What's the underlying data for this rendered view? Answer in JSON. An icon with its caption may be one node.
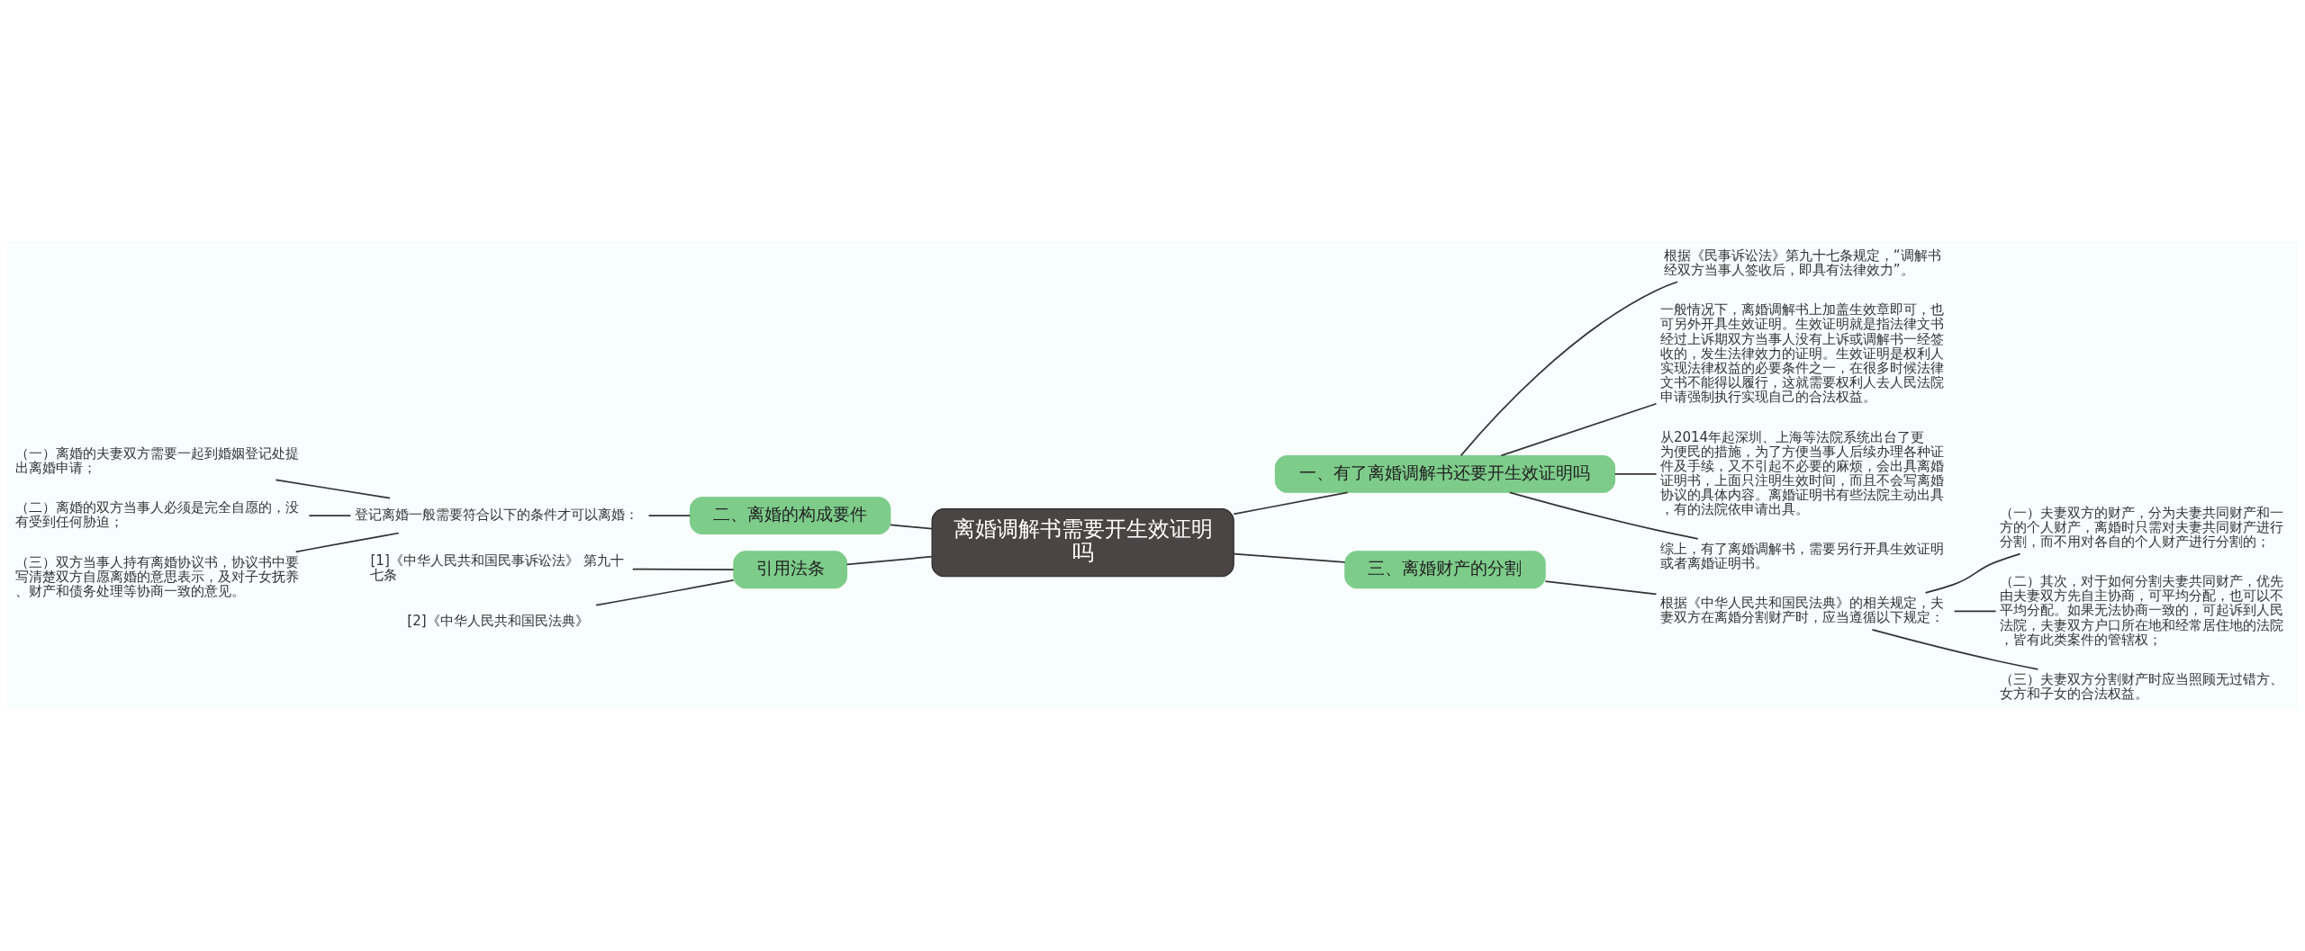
{
  "diagram": {
    "nodes": [
      {
        "text": [
          "离婚调解书需要开生效证明吗"
        ]
      },
      {
        "text": [
          "一、有了离婚调解书还要开生效证明吗"
        ]
      },
      {
        "text": [
          "根据《民事诉讼法》第九十七条规定，“调解书经双方当事人签收后，即具有法律效力”。"
        ]
      },
      {
        "text": [
          "一般情况下，离婚调解书上加盖生效章即可，也可另外开具生效证明。生效证明就是指法律文书经过上诉期双方当事人没有上诉或调解书一经签收的，发生法律效力的证明。生效证明是权利人实现法律权益的必要条件之一，在很多时候法律文书不能得以履行，这就需要权利人去人民法院申请强制执行实现自己的合法权益。"
        ]
      },
      {
        "text": [
          "从2014年起深圳、上海等法院系统出台了更为便民的措施，为了方便当事人后续办理各种证件及手续，又不引起不必要的麻烦，会出具离婚证明书，上面只注明生效时间，而且不会写离婚协议的具体内容。离婚证明书有些法院主动出具，有的法院依申请出具。"
        ]
      },
      {
        "text": [
          "综上，有了离婚调解书，需要另行开具生效证明或者离婚证明书。"
        ]
      },
      {
        "text": [
          "三、离婚财产的分割"
        ]
      },
      {
        "text": [
          "根据《中华人民共和国民法典》的相关规定，夫妻双方在离婚分割财产时，应当遵循以下规定："
        ]
      },
      {
        "text": [
          "（一）夫妻双方的财产，分为夫妻共同财产和一方的个人财产，离婚时只需对夫妻共同财产进行分割，而不用对各自的个人财产进行分割的；"
        ]
      },
      {
        "text": [
          "（二）其次，对于如何分割夫妻共同财产，优先由夫妻双方先自主协商，可平均分配，也可以不平均分配。如果无法协商一致的，可起诉到人民法院，夫妻双方户口所在地和经常居住地的法院，皆有此类案件的管辖权；"
        ]
      },
      {
        "text": [
          "（三）夫妻双方分割财产时应当照顾无过错方、女方和子女的合法权益。"
        ]
      },
      {
        "text": [
          "二、离婚的构成要件"
        ]
      },
      {
        "text": [
          "登记离婚一般需要符合以下的条件才可以离婚："
        ]
      },
      {
        "text": [
          "（一）离婚的夫妻双方需要一起到婚姻登记处提出离婚申请；"
        ]
      },
      {
        "text": [
          "（二）离婚的双方当事人必须是完全自愿的，没有受到任何胁迫；"
        ]
      },
      {
        "text": [
          "（三）双方当事人持有离婚协议书，协议书中要写清楚双方自愿离婚的意思表示，及对子女抚养、财产和债务处理等协商一致的意见。"
        ]
      },
      {
        "text": [
          "引用法条"
        ]
      },
      {
        "text": [
          "[1]《中华人民共和国民事诉讼法》 第九十七条"
        ]
      },
      {
        "text": [
          "[2]《中华人民共和国民法典》"
        ]
      }
    ],
    "edges": [
      {
        "from": 0,
        "to": 1,
        "arrow": "none"
      },
      {
        "from": 1,
        "to": 2,
        "arrow": "none"
      },
      {
        "from": 1,
        "to": 3,
        "arrow": "none"
      },
      {
        "from": 1,
        "to": 4,
        "arrow": "none"
      },
      {
        "from": 1,
        "to": 5,
        "arrow": "none"
      },
      {
        "from": 0,
        "to": 6,
        "arrow": "none"
      },
      {
        "from": 6,
        "to": 7,
        "arrow": "none"
      },
      {
        "from": 7,
        "to": 8,
        "arrow": "none"
      },
      {
        "from": 7,
        "to": 9,
        "arrow": "none"
      },
      {
        "from": 7,
        "to": 10,
        "arrow": "none"
      },
      {
        "from": 0,
        "to": 11,
        "arrow": "none"
      },
      {
        "from": 11,
        "to": 12,
        "arrow": "none"
      },
      {
        "from": 12,
        "to": 13,
        "arrow": "none"
      },
      {
        "from": 12,
        "to": 14,
        "arrow": "none"
      },
      {
        "from": 12,
        "to": 15,
        "arrow": "none"
      },
      {
        "from": 0,
        "to": 16,
        "arrow": "none"
      },
      {
        "from": 16,
        "to": 17,
        "arrow": "none"
      },
      {
        "from": 16,
        "to": 18,
        "arrow": "none"
      }
    ]
  }
}
